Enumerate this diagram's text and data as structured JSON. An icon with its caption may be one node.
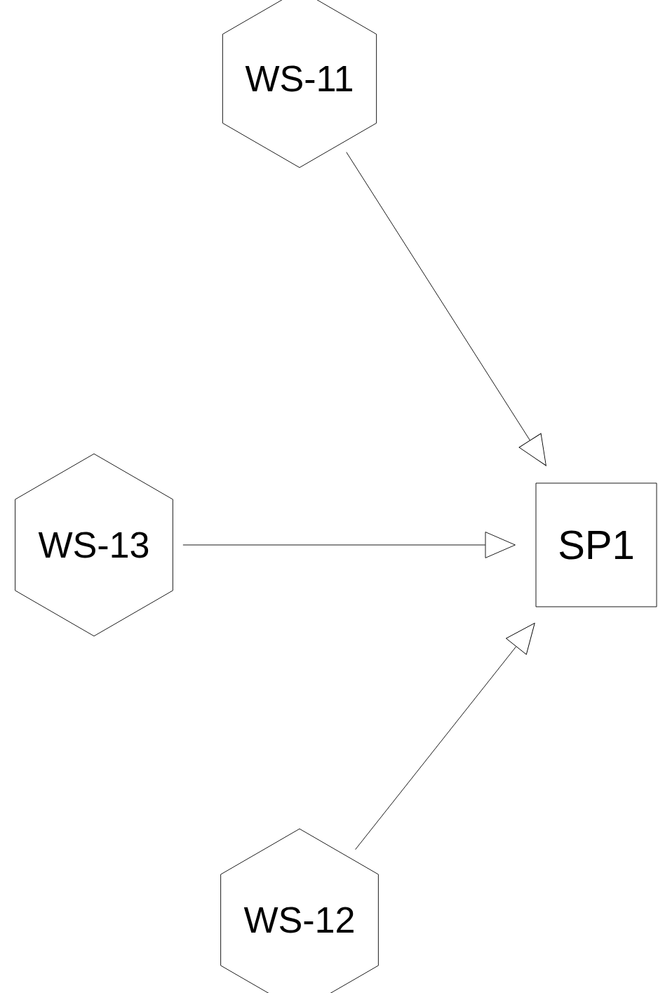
{
  "diagram": {
    "nodes": [
      {
        "text": [
          "WS-11"
        ]
      },
      {
        "text": [
          "WS-13"
        ]
      },
      {
        "text": [
          "SP1"
        ]
      },
      {
        "text": [
          "WS-12"
        ]
      }
    ],
    "edges": [
      {
        "from": 0,
        "to": 2,
        "arrow": "to"
      },
      {
        "from": 1,
        "to": 2,
        "arrow": "to"
      },
      {
        "from": 3,
        "to": 2,
        "arrow": "to"
      }
    ]
  }
}
